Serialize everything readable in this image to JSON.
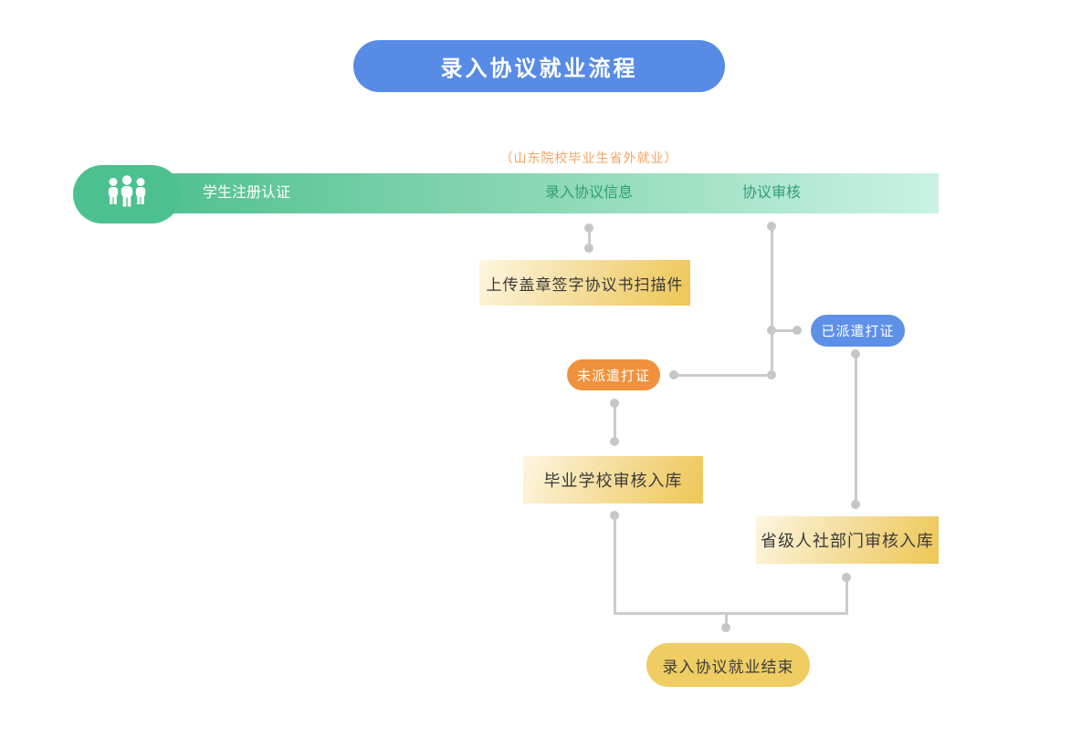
{
  "title": "录入协议就业流程",
  "subtitle": "（山东院校毕业生省外就业）",
  "stage_bar": {
    "icon": "people-group-icon",
    "stages": [
      {
        "label": "学生注册认证"
      },
      {
        "label": "录入协议信息"
      },
      {
        "label": "协议审核"
      }
    ]
  },
  "nodes": {
    "upload_scan": "上传盖章签字协议书扫描件",
    "dispatched": "已派遣打证",
    "not_dispatched": "未派遣打证",
    "school_review": "毕业学校审核入库",
    "provincial_review": "省级人社部门审核入库",
    "end": "录入协议就业结束"
  },
  "colors": {
    "title_blue": "#578be6",
    "pill_blue": "#5e90e8",
    "pill_orange": "#f0923d",
    "subtitle_orange": "#f8a263",
    "bar_green_start": "#4abe8c",
    "bar_green_end": "#c9f3e2",
    "icon_block_green": "#4cc08f",
    "stage_text_green": "#2f9e76",
    "box_gradient_start": "#fdf6e1",
    "box_gradient_end": "#eec655",
    "end_pill_yellow": "#efcd62",
    "connector_gray": "#cbcbcb",
    "box_text": "#3a3a3a"
  }
}
